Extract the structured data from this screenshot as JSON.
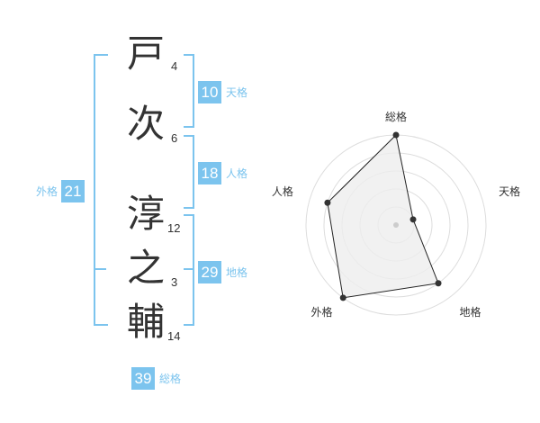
{
  "characters": [
    {
      "char": "戸",
      "strokes": "4"
    },
    {
      "char": "次",
      "strokes": "6"
    },
    {
      "char": "淳",
      "strokes": "12"
    },
    {
      "char": "之",
      "strokes": "3"
    },
    {
      "char": "輔",
      "strokes": "14"
    }
  ],
  "kakusu": {
    "tenkaku": {
      "value": "10",
      "label": "天格"
    },
    "jinkaku": {
      "value": "18",
      "label": "人格"
    },
    "chikaku": {
      "value": "29",
      "label": "地格"
    },
    "gaikaku": {
      "value": "21",
      "label": "外格"
    },
    "soukaku": {
      "value": "39",
      "label": "総格"
    }
  },
  "colors": {
    "accent": "#7cc4ee",
    "text": "#333333",
    "radar_fill": "#eeeeee",
    "grid": "#dddddd"
  },
  "chart_data": {
    "type": "radar",
    "axes": [
      "総格",
      "天格",
      "地格",
      "外格",
      "人格"
    ],
    "scale": [
      0,
      5
    ],
    "values": [
      5,
      1,
      4,
      5,
      4
    ]
  }
}
